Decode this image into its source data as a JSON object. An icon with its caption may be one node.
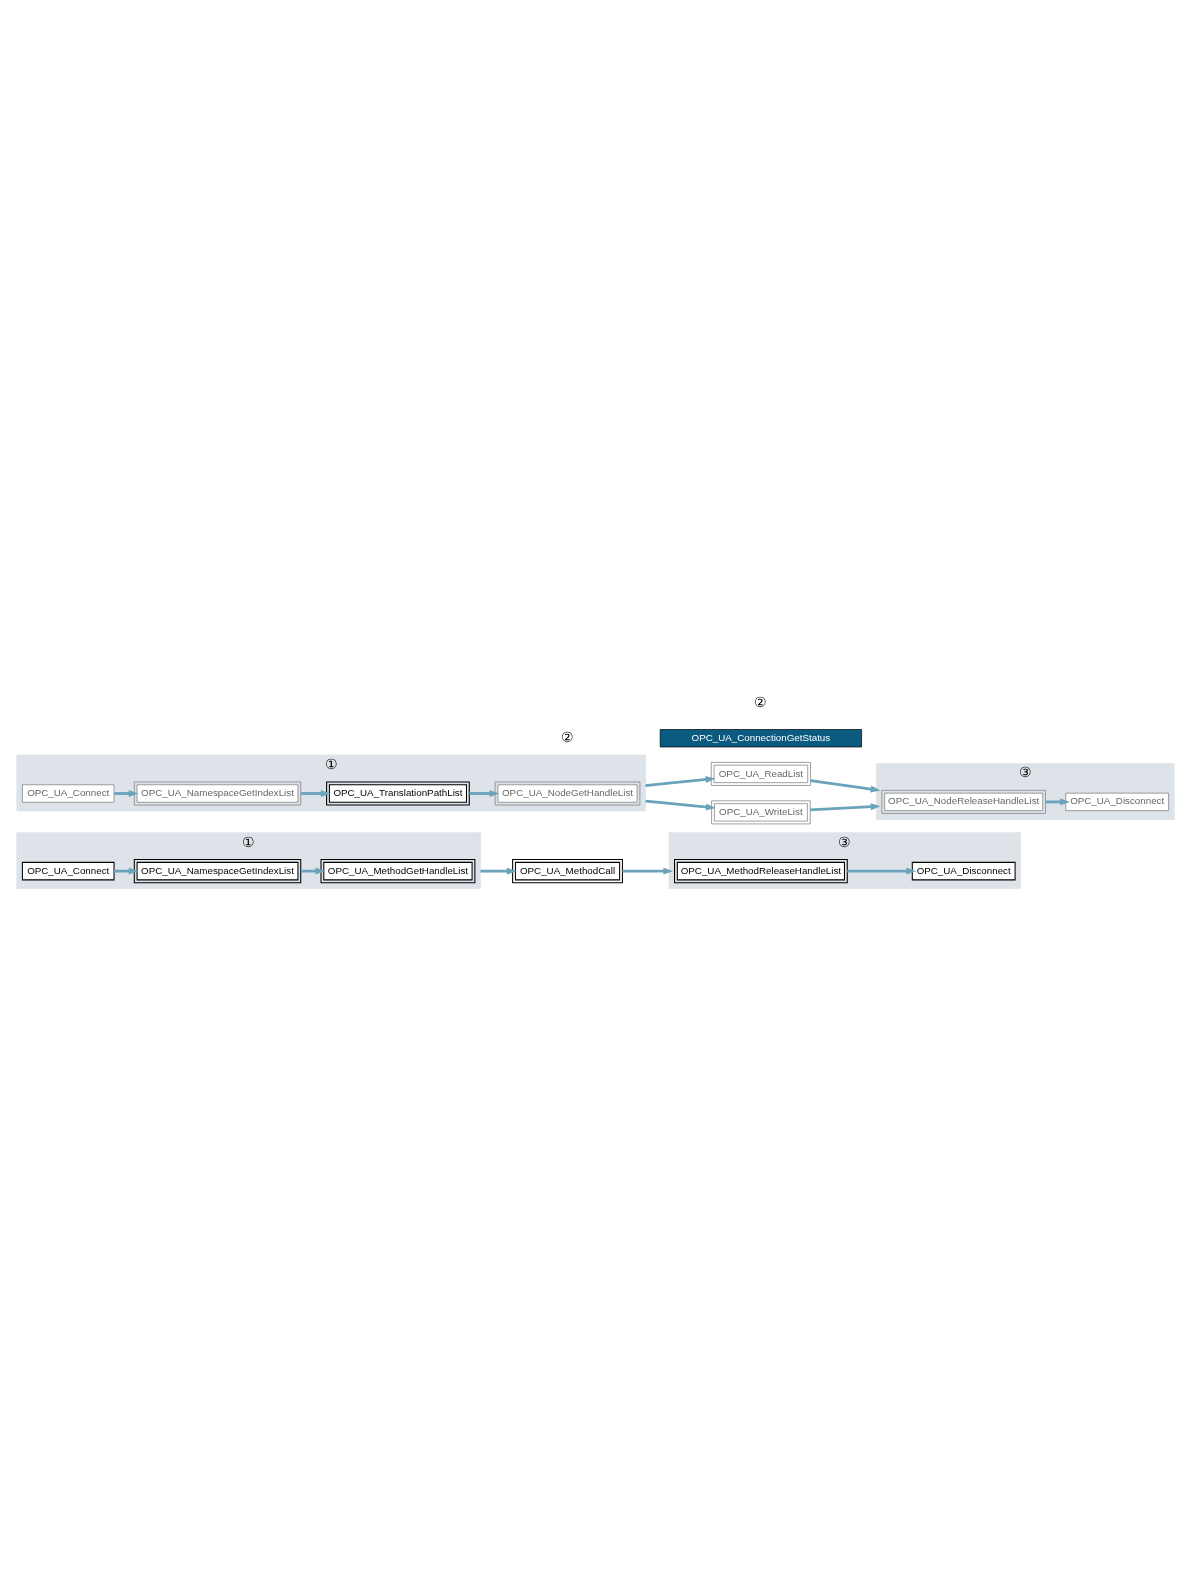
{
  "diagram": {
    "nodes": [
      {
        "text": [
          "①"
        ]
      },
      {
        "text": [
          "OPC_UA_Connect"
        ],
        "in": 0
      },
      {
        "text": [
          "OPC_UA_NamespaceGetIndexList"
        ],
        "in": 0
      },
      {
        "text": [
          "OPC_UA_MethodGetHandleList"
        ],
        "in": 0
      },
      {
        "text": [
          "OPC_UA_MethodCall"
        ]
      },
      {
        "text": [
          "③"
        ]
      },
      {
        "text": [
          "OPC_UA_Disconnect"
        ],
        "in": 5
      },
      {
        "text": [
          "OPC_UA_MethodReleaseHandleList"
        ],
        "in": 5
      },
      {
        "text": [
          "①"
        ]
      },
      {
        "text": [
          "OPC_UA_Connect"
        ],
        "in": 8
      },
      {
        "text": [
          "OPC_UA_NamespaceGetIndexList"
        ],
        "in": 8
      },
      {
        "text": [
          "OPC_UA_TranslationPathList"
        ],
        "in": 8
      },
      {
        "text": [
          "OPC_UA_NodeGetHandleList"
        ],
        "in": 8
      },
      {
        "text": [
          "OPC_UA_ConnectionGetStatus"
        ]
      },
      {
        "text": [
          "OPC_UA_ReadList"
        ]
      },
      {
        "text": [
          "OPC_UA_WriteList"
        ]
      },
      {
        "text": [
          "③"
        ]
      },
      {
        "text": [
          "OPC_UA_Disconnect"
        ],
        "in": 16
      },
      {
        "text": [
          "OPC_UA_NodeReleaseHandleList"
        ],
        "in": 16
      }
    ],
    "edges": [
      {
        "from": 1,
        "to": 2,
        "arrow": "to"
      },
      {
        "from": 2,
        "to": 3,
        "arrow": "to"
      },
      {
        "from": 0,
        "to": 4,
        "arrow": "to"
      },
      {
        "from": 4,
        "to": 5,
        "arrow": "to"
      },
      {
        "from": 7,
        "to": 6,
        "arrow": "to"
      },
      {
        "from": 9,
        "to": 10,
        "arrow": "to"
      },
      {
        "from": 10,
        "to": 11,
        "arrow": "to"
      },
      {
        "from": 11,
        "to": 12,
        "arrow": "to"
      },
      {
        "from": 8,
        "to": 14,
        "arrow": "to"
      },
      {
        "from": 8,
        "to": 15,
        "arrow": "to"
      },
      {
        "from": 14,
        "to": 16,
        "arrow": "to"
      },
      {
        "from": 15,
        "to": 16,
        "arrow": "to"
      },
      {
        "from": 18,
        "to": 17,
        "arrow": "to"
      }
    ],
    "labels": [
      "②",
      "②"
    ]
  }
}
